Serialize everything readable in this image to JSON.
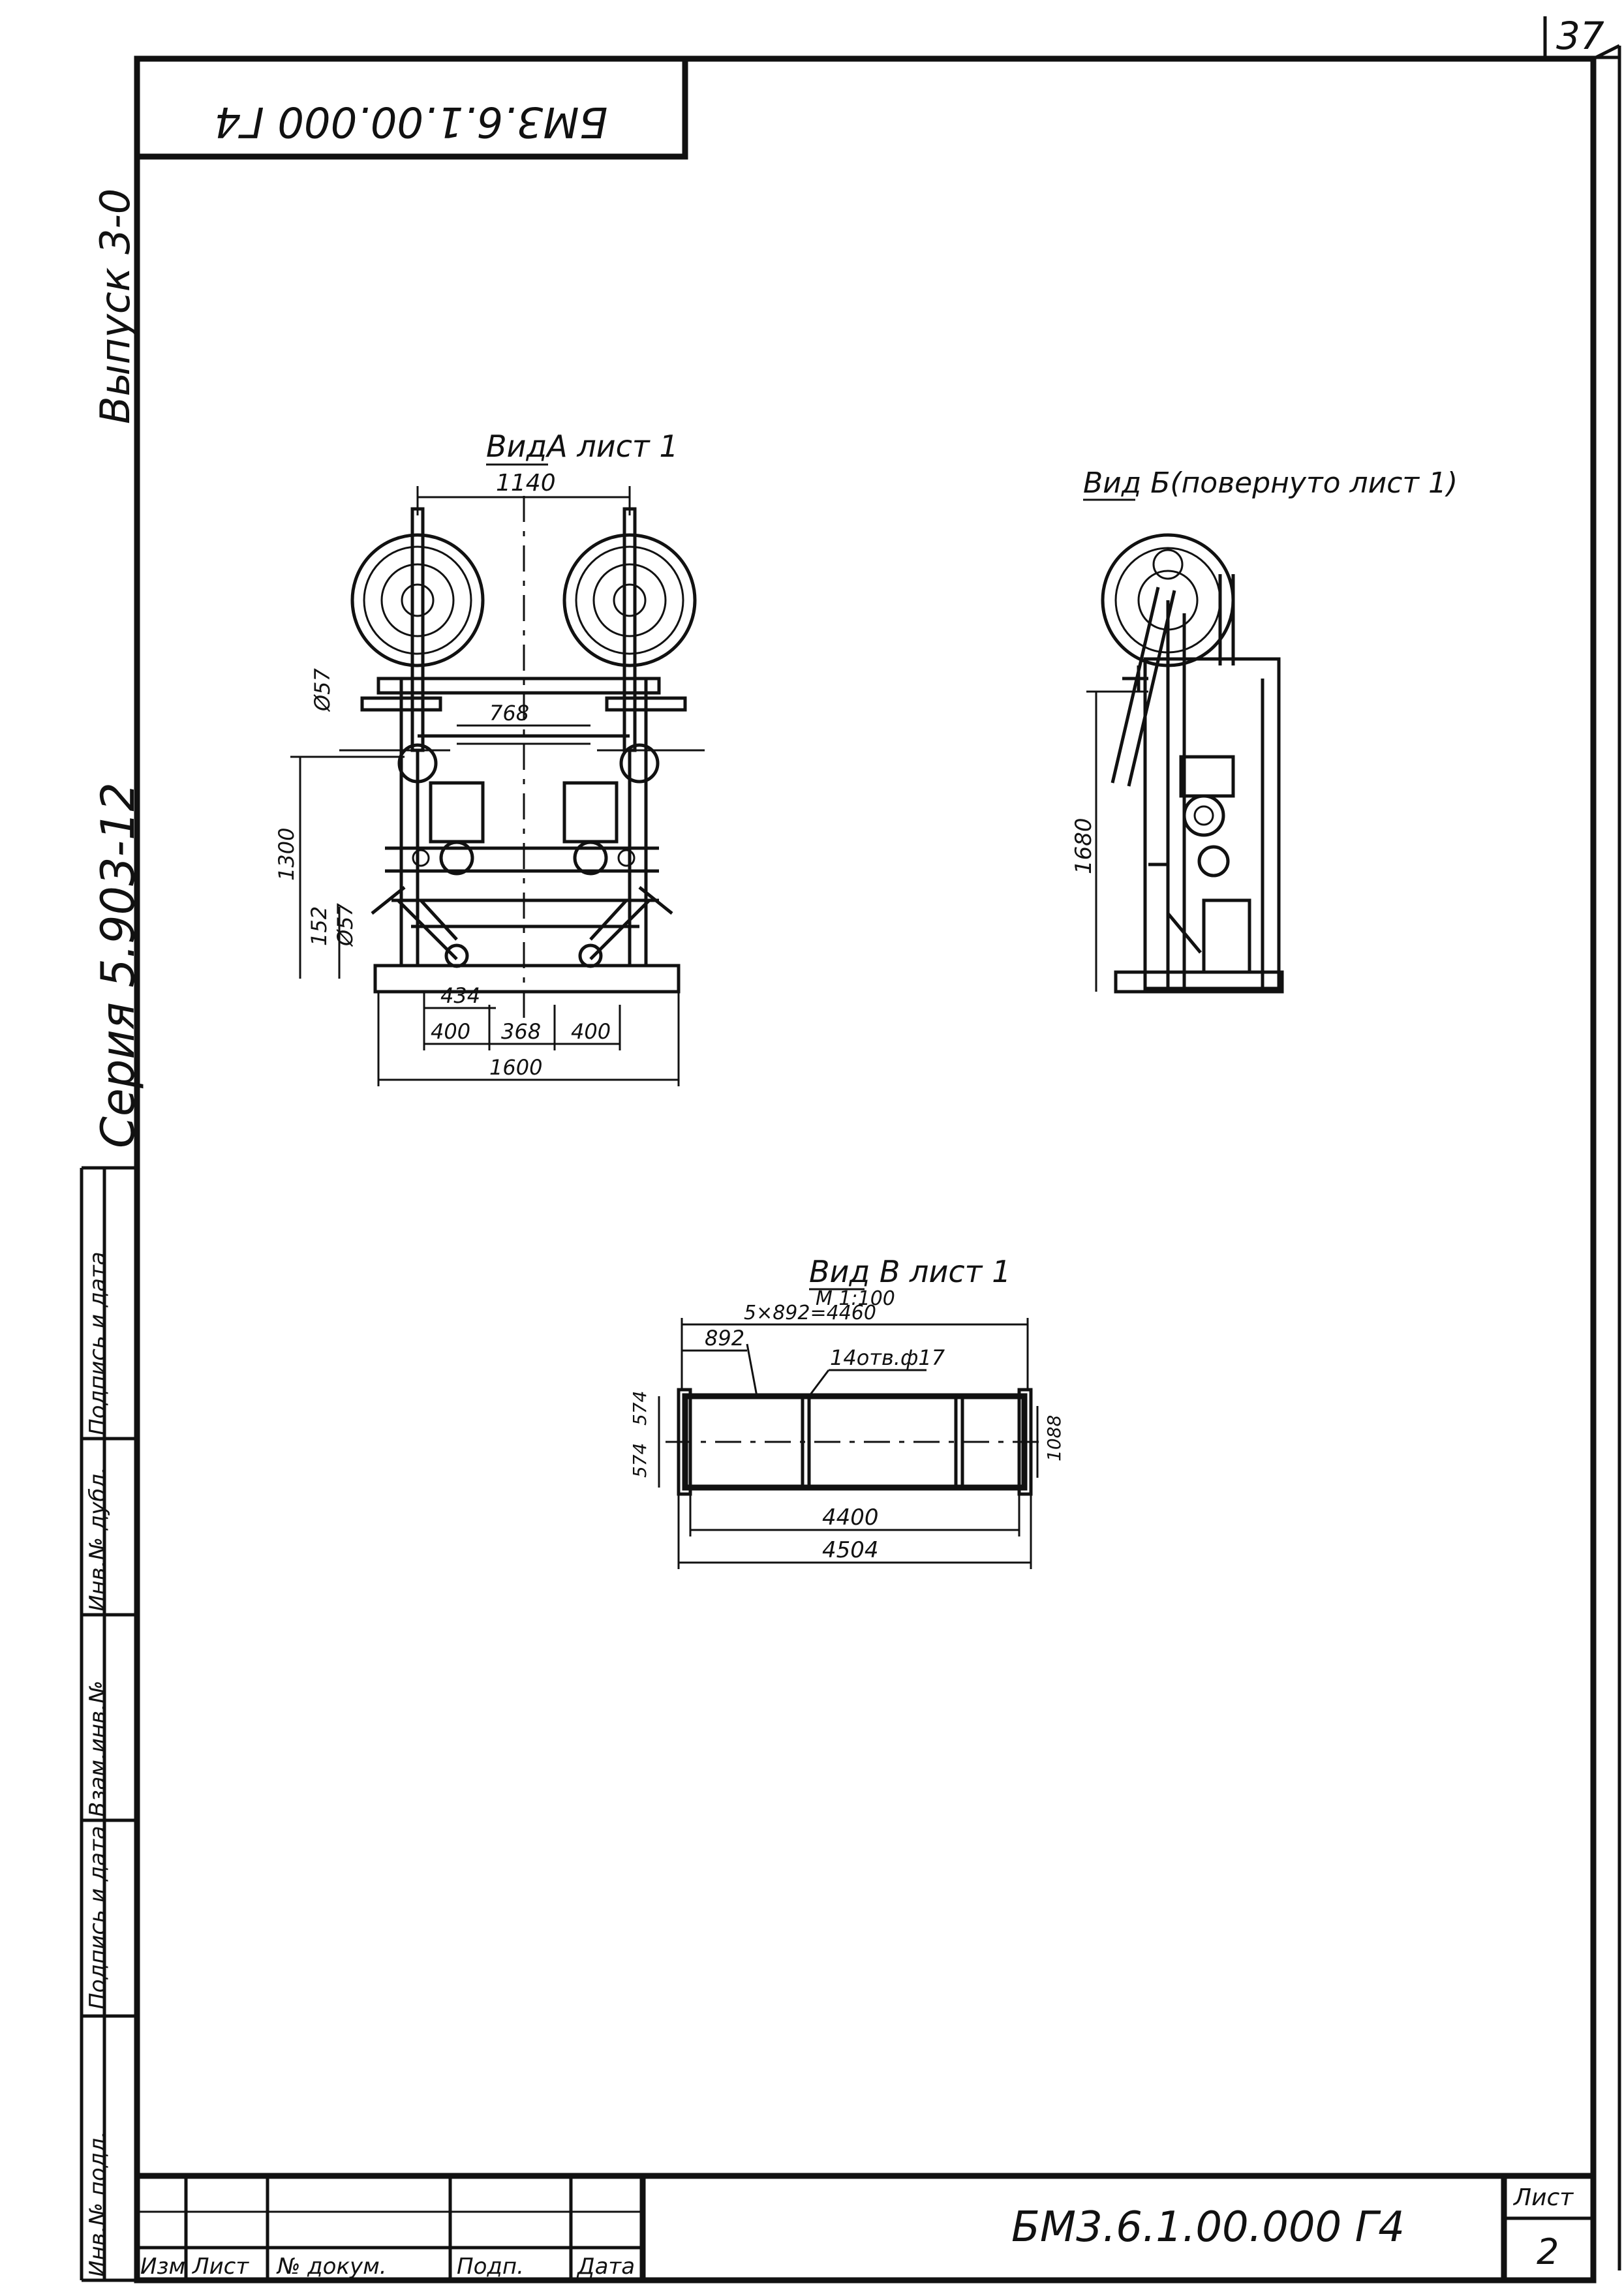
{
  "page_number": "37",
  "top_code_inverted": "БМ3.6.1.00.000 Г4",
  "left_margin": {
    "issue": "Выпуск 3-0",
    "series": "Серия 5.903-12",
    "stamp_fields": [
      "Инв.№ подл.",
      "Подпись и дата",
      "Взам.инв.№",
      "Инв.№ дубл.",
      "Подпись и дата"
    ]
  },
  "view_a": {
    "title": "ВидА лист 1",
    "dims": {
      "d1140": "1140",
      "d768": "768",
      "d57a": "Ø57",
      "d1300": "1300",
      "d152": "152",
      "d57b": "Ø57",
      "d434": "434",
      "d400a": "400",
      "d368": "368",
      "d400b": "400",
      "d1600": "1600"
    }
  },
  "view_b": {
    "title": "Вид Б(повернуто лист 1)",
    "dims": {
      "d1680": "1680"
    }
  },
  "view_v": {
    "title": "Вид В лист 1",
    "scale": "М 1:100",
    "dims": {
      "d5x892": "5×892=4460",
      "d892": "892",
      "holes": "14отв.ф17",
      "d574a": "574",
      "d574b": "574",
      "d1088": "1088",
      "d4400": "4400",
      "d4504": "4504"
    }
  },
  "title_block": {
    "headers": [
      "Изм",
      "Лист",
      "№ докум.",
      "Подп.",
      "Дата"
    ],
    "code": "БМ3.6.1.00.000 Г4",
    "sheet_label": "Лист",
    "sheet_number": "2"
  }
}
